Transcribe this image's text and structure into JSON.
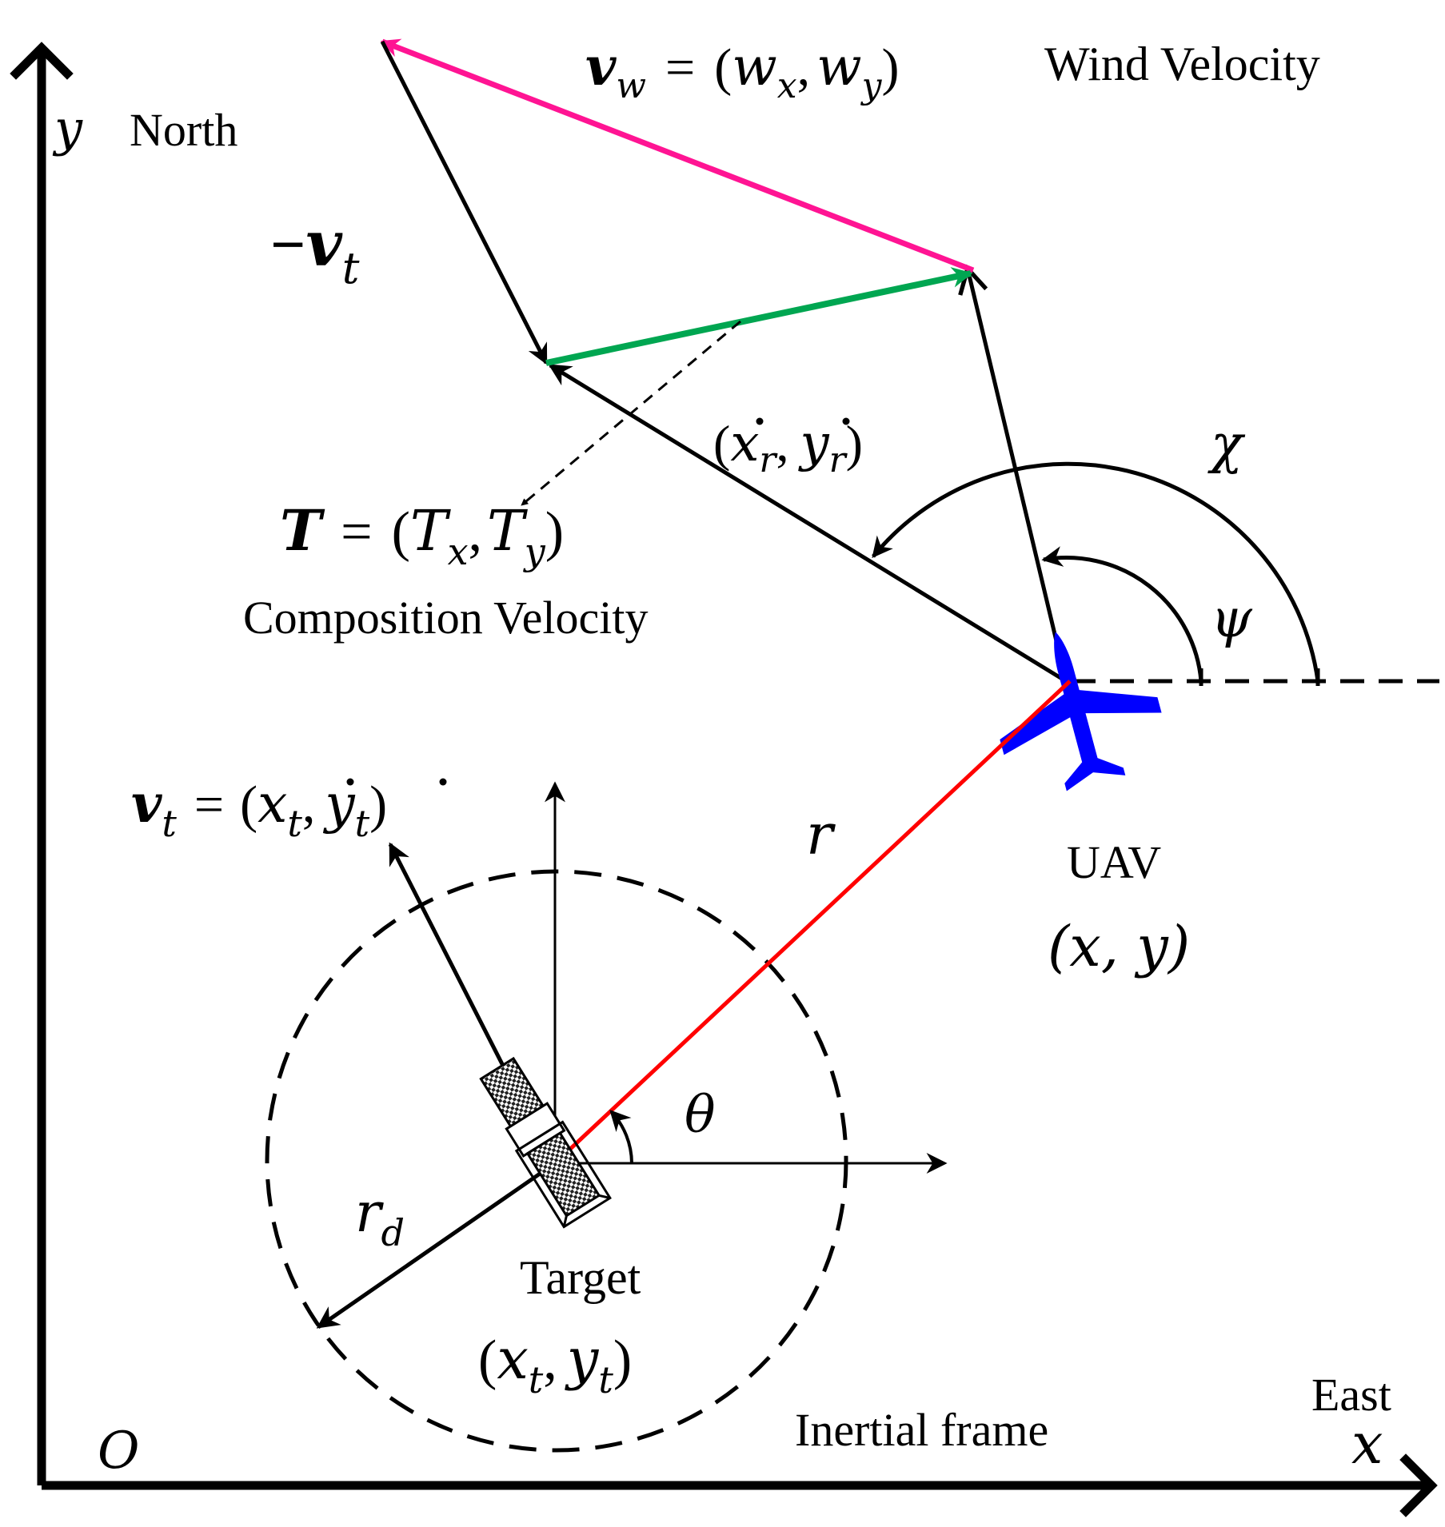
{
  "axes": {
    "y_symbol": "y",
    "y_direction": "North",
    "x_symbol": "x",
    "x_direction": "East",
    "origin": "O",
    "frame": "Inertial frame"
  },
  "wind": {
    "symbol_bold": "v",
    "symbol_sub": "w",
    "equals": "=",
    "open": "(",
    "wx": "w",
    "wx_sub": "x",
    "comma": ",",
    "wy": "w",
    "wy_sub": "y",
    "close": ")",
    "name": "Wind Velocity"
  },
  "neg_target_velocity": {
    "minus": "−",
    "symbol_bold": "v",
    "symbol_sub": "t"
  },
  "relative_velocity": {
    "open": "(",
    "x": "x",
    "x_sub": "r",
    "comma": ",",
    "y": "y",
    "y_sub": "r",
    "close": ")"
  },
  "composition": {
    "symbol_bold": "T",
    "equals": "=",
    "open": "(",
    "tx": "T",
    "tx_sub": "x",
    "comma": ",",
    "ty": "T",
    "ty_sub": "y",
    "close": ")",
    "name": "Composition Velocity"
  },
  "angles": {
    "chi": "χ",
    "psi": "ψ",
    "theta": "θ"
  },
  "uav": {
    "name": "UAV",
    "coords": "(x, y)"
  },
  "distance": {
    "r": "r",
    "rd": "r",
    "rd_sub": "d"
  },
  "target_velocity": {
    "symbol_bold": "v",
    "symbol_sub": "t",
    "equals": "=",
    "open": "(",
    "x": "x",
    "x_sub": "t",
    "comma": ",",
    "y": "y",
    "y_sub": "t",
    "close": ")"
  },
  "target": {
    "name": "Target",
    "open": "(",
    "x": "x",
    "x_sub": "t",
    "comma": ",",
    "y": "y",
    "y_sub": "t",
    "close": ")"
  },
  "colors": {
    "wind_vector": "#ff1493",
    "composition_vector": "#00a651",
    "range_line": "#ff0000",
    "uav_icon": "#0000ff",
    "ink": "#000000"
  }
}
